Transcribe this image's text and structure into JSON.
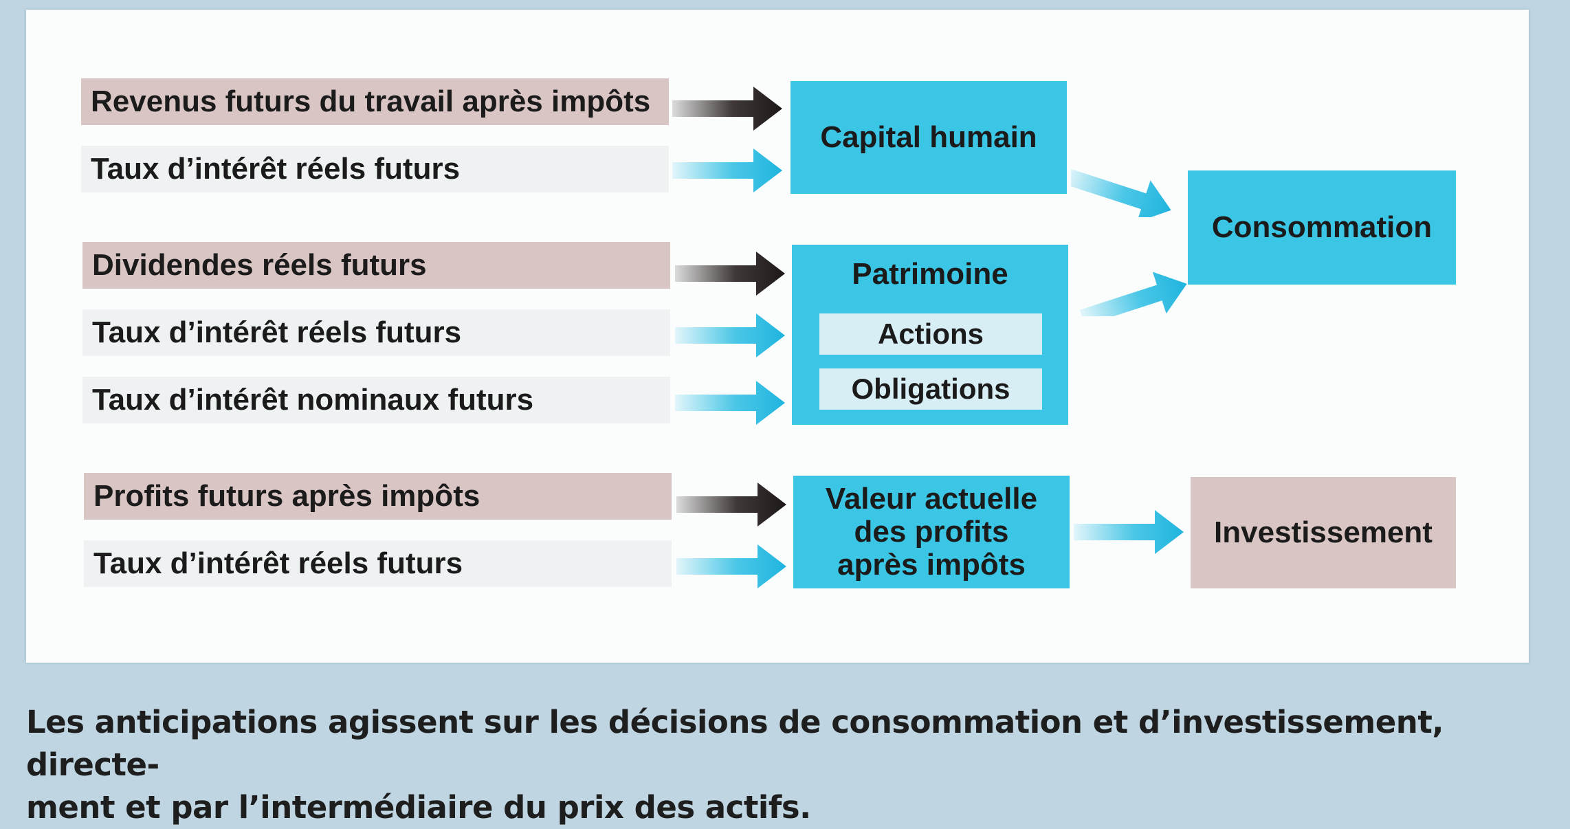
{
  "factors": {
    "revenus": "Revenus futurs du travail après impôts",
    "taux_reels_1": "Taux d’intérêt réels futurs",
    "dividendes": "Dividendes réels futurs",
    "taux_reels_2": "Taux d’intérêt réels futurs",
    "taux_nominaux": "Taux d’intérêt nominaux futurs",
    "profits": "Profits futurs après impôts",
    "taux_reels_3": "Taux d’intérêt réels futurs"
  },
  "nodes": {
    "capital_humain": "Capital humain",
    "patrimoine": "Patrimoine",
    "actions": "Actions",
    "obligations": "Obligations",
    "valeur_line1": "Valeur actuelle",
    "valeur_line2": "des profits",
    "valeur_line3": "après impôts",
    "consommation": "Consommation",
    "investissement": "Investissement"
  },
  "caption": {
    "line1": "Les anticipations agissent sur les décisions de consommation et d’investissement, directe-",
    "line2": "ment et par l’intermédiaire du prix des actifs."
  },
  "colors": {
    "node_blue": "#3cc6e6",
    "factor_brown": "#d9c6c4",
    "arrow_dark": "#2a2222",
    "arrow_blue": "#2bbde3"
  }
}
